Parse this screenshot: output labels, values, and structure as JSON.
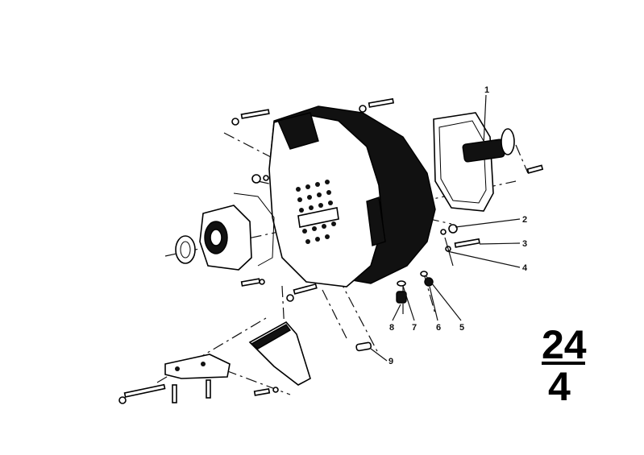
{
  "callouts": {
    "c1": "1",
    "c2": "2",
    "c3": "3",
    "c4": "4",
    "c5": "5",
    "c6": "6",
    "c7": "7",
    "c8": "8",
    "c9": "9"
  },
  "page_number": {
    "top": "24",
    "bottom": "4"
  }
}
